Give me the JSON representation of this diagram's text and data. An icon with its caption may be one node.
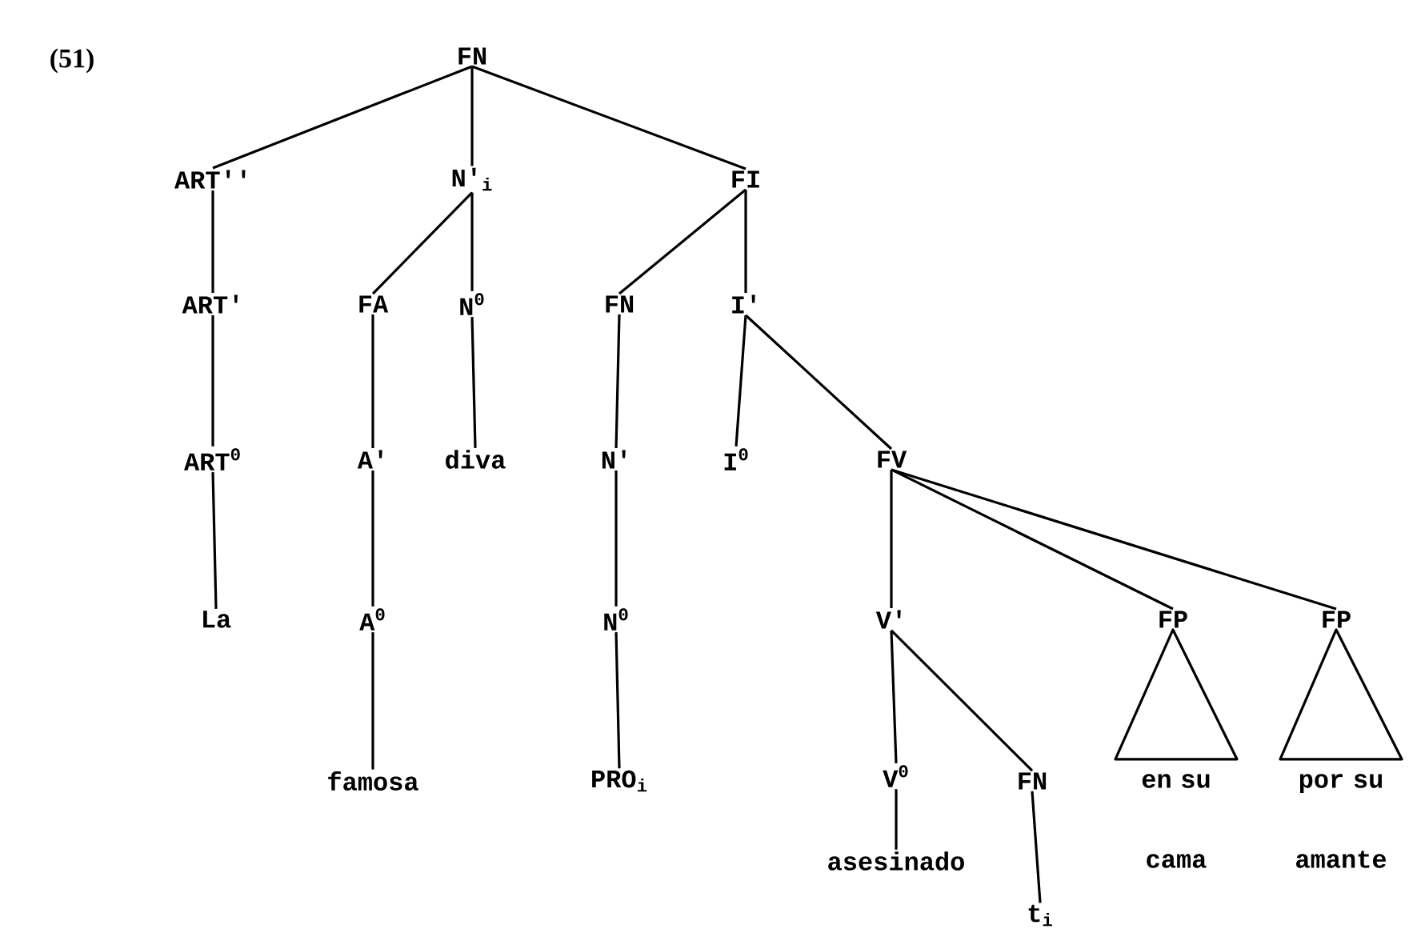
{
  "diagram": {
    "nodes": [
      {
        "text": [
          "FN"
        ]
      },
      {
        "text": [
          "ART''"
        ]
      },
      {
        "text": [
          "N'$_{i}$"
        ]
      },
      {
        "text": [
          "FI"
        ]
      },
      {
        "text": [
          "ART'"
        ]
      },
      {
        "text": [
          "FA"
        ]
      },
      {
        "text": [
          "N$^{0}$"
        ]
      },
      {
        "text": [
          "FN"
        ]
      },
      {
        "text": [
          "I'"
        ]
      },
      {
        "text": [
          "ART$^{0}$"
        ]
      },
      {
        "text": [
          "A'"
        ]
      },
      {
        "text": [
          "diva"
        ]
      },
      {
        "text": [
          "N'"
        ]
      },
      {
        "text": [
          "I$^{0}$"
        ]
      },
      {
        "text": [
          "FV"
        ]
      },
      {
        "text": [
          "La"
        ]
      },
      {
        "text": [
          "A$^{0}$"
        ]
      },
      {
        "text": [
          "N$^{0}$"
        ]
      },
      {
        "text": [
          "V'"
        ]
      },
      {
        "text": [
          "FP"
        ]
      },
      {
        "text": [
          "FP"
        ]
      },
      {
        "text": [
          "famosa"
        ]
      },
      {
        "text": [
          "PRO$_{i}$"
        ]
      },
      {
        "text": [
          "V$^{0}$"
        ]
      },
      {
        "text": [
          "FN"
        ]
      },
      {
        "text": [
          "en su cama"
        ]
      },
      {
        "text": [
          "por su amante"
        ]
      },
      {
        "text": [
          "asesinado"
        ]
      },
      {
        "text": [
          "t$_{i}$"
        ]
      }
    ],
    "edges": [
      {
        "from": 0,
        "to": 1,
        "arrow": "none"
      },
      {
        "from": 0,
        "to": 2,
        "arrow": "none"
      },
      {
        "from": 0,
        "to": 3,
        "arrow": "none"
      },
      {
        "from": 1,
        "to": 4,
        "arrow": "none"
      },
      {
        "from": 2,
        "to": 5,
        "arrow": "none"
      },
      {
        "from": 2,
        "to": 6,
        "arrow": "none"
      },
      {
        "from": 3,
        "to": 7,
        "arrow": "none"
      },
      {
        "from": 3,
        "to": 8,
        "arrow": "none"
      },
      {
        "from": 4,
        "to": 9,
        "arrow": "none"
      },
      {
        "from": 5,
        "to": 10,
        "arrow": "none"
      },
      {
        "from": 6,
        "to": 11,
        "arrow": "none"
      },
      {
        "from": 7,
        "to": 12,
        "arrow": "none"
      },
      {
        "from": 8,
        "to": 13,
        "arrow": "none"
      },
      {
        "from": 8,
        "to": 14,
        "arrow": "none"
      },
      {
        "from": 9,
        "to": 15,
        "arrow": "none"
      },
      {
        "from": 10,
        "to": 16,
        "arrow": "none"
      },
      {
        "from": 12,
        "to": 17,
        "arrow": "none"
      },
      {
        "from": 14,
        "to": 18,
        "arrow": "none"
      },
      {
        "from": 14,
        "to": 19,
        "arrow": "none"
      },
      {
        "from": 14,
        "to": 20,
        "arrow": "none"
      },
      {
        "from": 16,
        "to": 21,
        "arrow": "none"
      },
      {
        "from": 17,
        "to": 22,
        "arrow": "none"
      },
      {
        "from": 18,
        "to": 23,
        "arrow": "none"
      },
      {
        "from": 18,
        "to": 24,
        "arrow": "none"
      },
      {
        "from": 19,
        "to": 25,
        "arrow": "none"
      },
      {
        "from": 20,
        "to": 26,
        "arrow": "none"
      },
      {
        "from": 23,
        "to": 27,
        "arrow": "none"
      },
      {
        "from": 24,
        "to": 28,
        "arrow": "none"
      }
    ],
    "labels": [
      "(51)"
    ]
  }
}
